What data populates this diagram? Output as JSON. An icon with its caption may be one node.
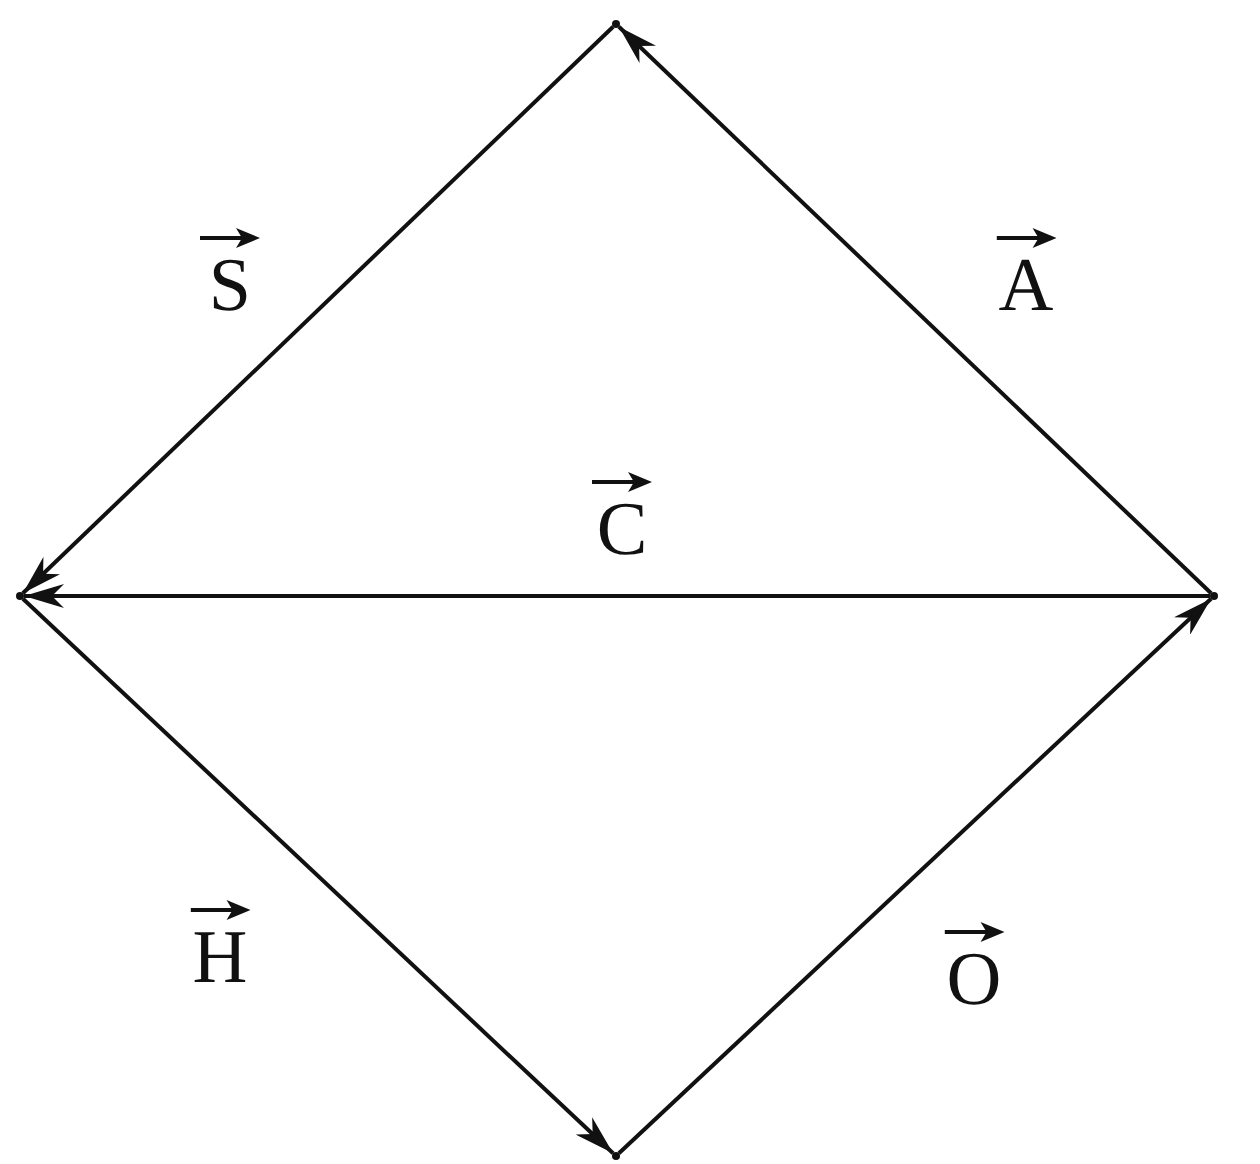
{
  "diagram": {
    "nodes": [
      {
        "text": [],
        "shape": "point"
      },
      {
        "text": [],
        "shape": "point"
      },
      {
        "text": [],
        "shape": "point"
      },
      {
        "text": [],
        "shape": "point"
      }
    ],
    "edges": [
      {
        "from": 2,
        "to": 0,
        "arrow": "to",
        "label": "A"
      },
      {
        "from": 0,
        "to": 1,
        "arrow": "to",
        "label": "S"
      },
      {
        "from": 2,
        "to": 1,
        "arrow": "to",
        "label": "C"
      },
      {
        "from": 1,
        "to": 3,
        "arrow": "to",
        "label": "H"
      },
      {
        "from": 3,
        "to": 2,
        "arrow": "to",
        "label": "O"
      }
    ]
  }
}
